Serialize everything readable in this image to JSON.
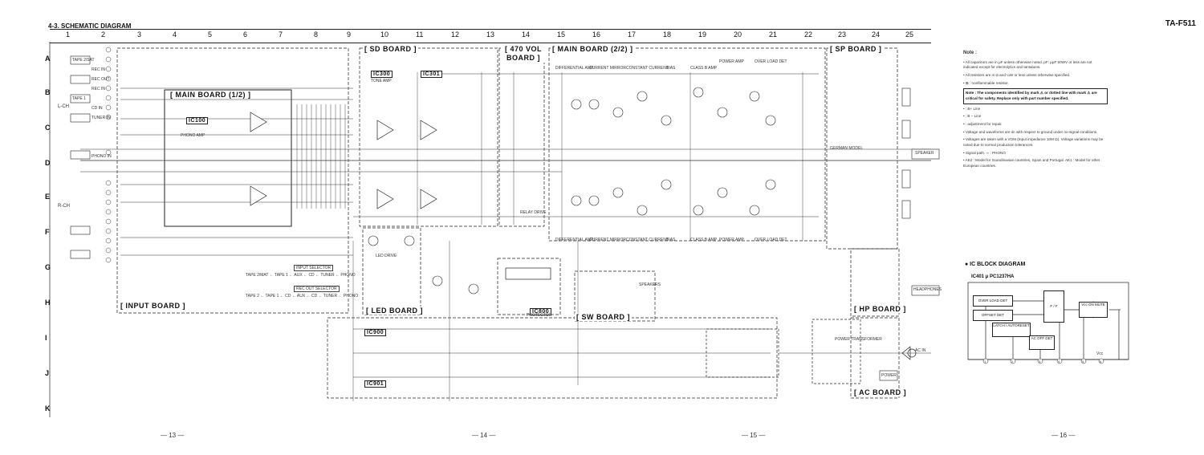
{
  "header": {
    "section_title": "4-3. SCHEMATIC DIAGRAM",
    "model": "TA-F511"
  },
  "grid": {
    "columns": [
      "1",
      "2",
      "3",
      "4",
      "5",
      "6",
      "7",
      "8",
      "9",
      "10",
      "11",
      "12",
      "13",
      "14",
      "15",
      "16",
      "17",
      "18",
      "19",
      "20",
      "21",
      "22",
      "23",
      "24",
      "25"
    ],
    "rows": [
      "A",
      "B",
      "C",
      "D",
      "E",
      "F",
      "G",
      "H",
      "I",
      "J",
      "K"
    ]
  },
  "boards": {
    "input": "[ INPUT BOARD ]",
    "main1": "[ MAIN BOARD (1/2) ]",
    "sd": "[ SD BOARD ]",
    "vol": "[ 470 VOL BOARD ]",
    "main2": "[ MAIN BOARD (2/2) ]",
    "sp": "[ SP BOARD ]",
    "led": "[ LED BOARD ]",
    "ic800": "IC800",
    "sw": "[ SW BOARD ]",
    "hp": "[ HP BOARD ]",
    "ac": "[ AC BOARD ]",
    "ic100": "IC100",
    "ic300": "IC300",
    "ic301": "IC301",
    "ic900": "IC900",
    "ic901": "IC901"
  },
  "labels": {
    "lch": "L-CH",
    "rch": "R-CH",
    "input_selector": "INPUT SELECTOR",
    "selector_path_a": "TAPE 2/MAT ← TAPE 1 ← AUX ← CD ← TUNER ← PHONO",
    "rec_out_selector": "REC OUT SELECTOR",
    "selector_path_b": "TAPE 2 ← TAPE 1 ← CD ← AUX ← CD ← TUNER ← PHONO",
    "speaker": "SPEAKER",
    "headphones": "HEADPHONES",
    "german_model": "GERMAN MODEL",
    "differential_amp": "DIFFERENTIAL AMP",
    "current_mirror": "CURRENT MIRROR",
    "constant_current": "CONSTANT CURRENT",
    "bias": "BIAS",
    "class_b_amp": "CLASS B AMP",
    "power_amp": "POWER AMP",
    "over_load_det": "OVER LOAD DET",
    "phono_amp": "PHONO AMP",
    "tone_amp": "TONE AMP",
    "relay_drive": "RELAY DRIVE",
    "led_drive": "LED DRIVE",
    "power_transformer": "POWER TRANSFORMER",
    "ac_in": "AC IN",
    "power": "POWER",
    "protector": "PROTECTOR",
    "speakers": "SPEAKERS"
  },
  "jacks": [
    "TAPE 2/SAT",
    "REC IN",
    "REC OUT",
    "TAPE 1",
    "REC IN",
    "CD IN",
    "TUNER IN",
    "PHONO IN"
  ],
  "pages": [
    "— 13 —",
    "— 14 —",
    "— 15 —",
    "— 16 —"
  ],
  "notes": {
    "title": "Note :",
    "items": [
      "• All capacitors are in μF unless otherwise noted. pF: μμF 50WV or less are not indicated except for electrolytics and tantalums.",
      "• All resistors are in Ω and ¼W or less unless otherwise specified.",
      "• ⊠ : nonflammable resistor.",
      "• : B+ Line",
      "• : B – Line",
      "• : adjustment for repair.",
      "• Voltage and waveforms are dc with respect to ground under no-signal conditions.",
      "• Voltages are taken with a VOM (Input impedance 10M Ω). Voltage variations may be noted due to normal production tolerances.",
      "• Signal path. ⇨ : PHONO",
      "• AE2 : Model for Scandinavian countries, Spain and Portugal. AE1 : Model for other European countries."
    ],
    "boxed": "Note : The components identified by mark ⚠ or dotted line with mark ⚠ are critical for safety. Replace only with part number specified."
  },
  "ic_block": {
    "title": "● IC BLOCK DIAGRAM",
    "subtitle": "IC401  μ PC1237HA",
    "blocks": {
      "over_load_det": "OVER LOAD DET",
      "offset_det": "OFFSET DET",
      "latch": "LATCH / AUTORESET",
      "ff": "F / F",
      "vcc_on_mute": "Vcc ON MUTE",
      "ac_off_det": "AC OFF DET"
    },
    "vcc": "Vcc",
    "pins": [
      "1",
      "2",
      "3",
      "4",
      "5",
      "6",
      "7",
      "8"
    ]
  }
}
